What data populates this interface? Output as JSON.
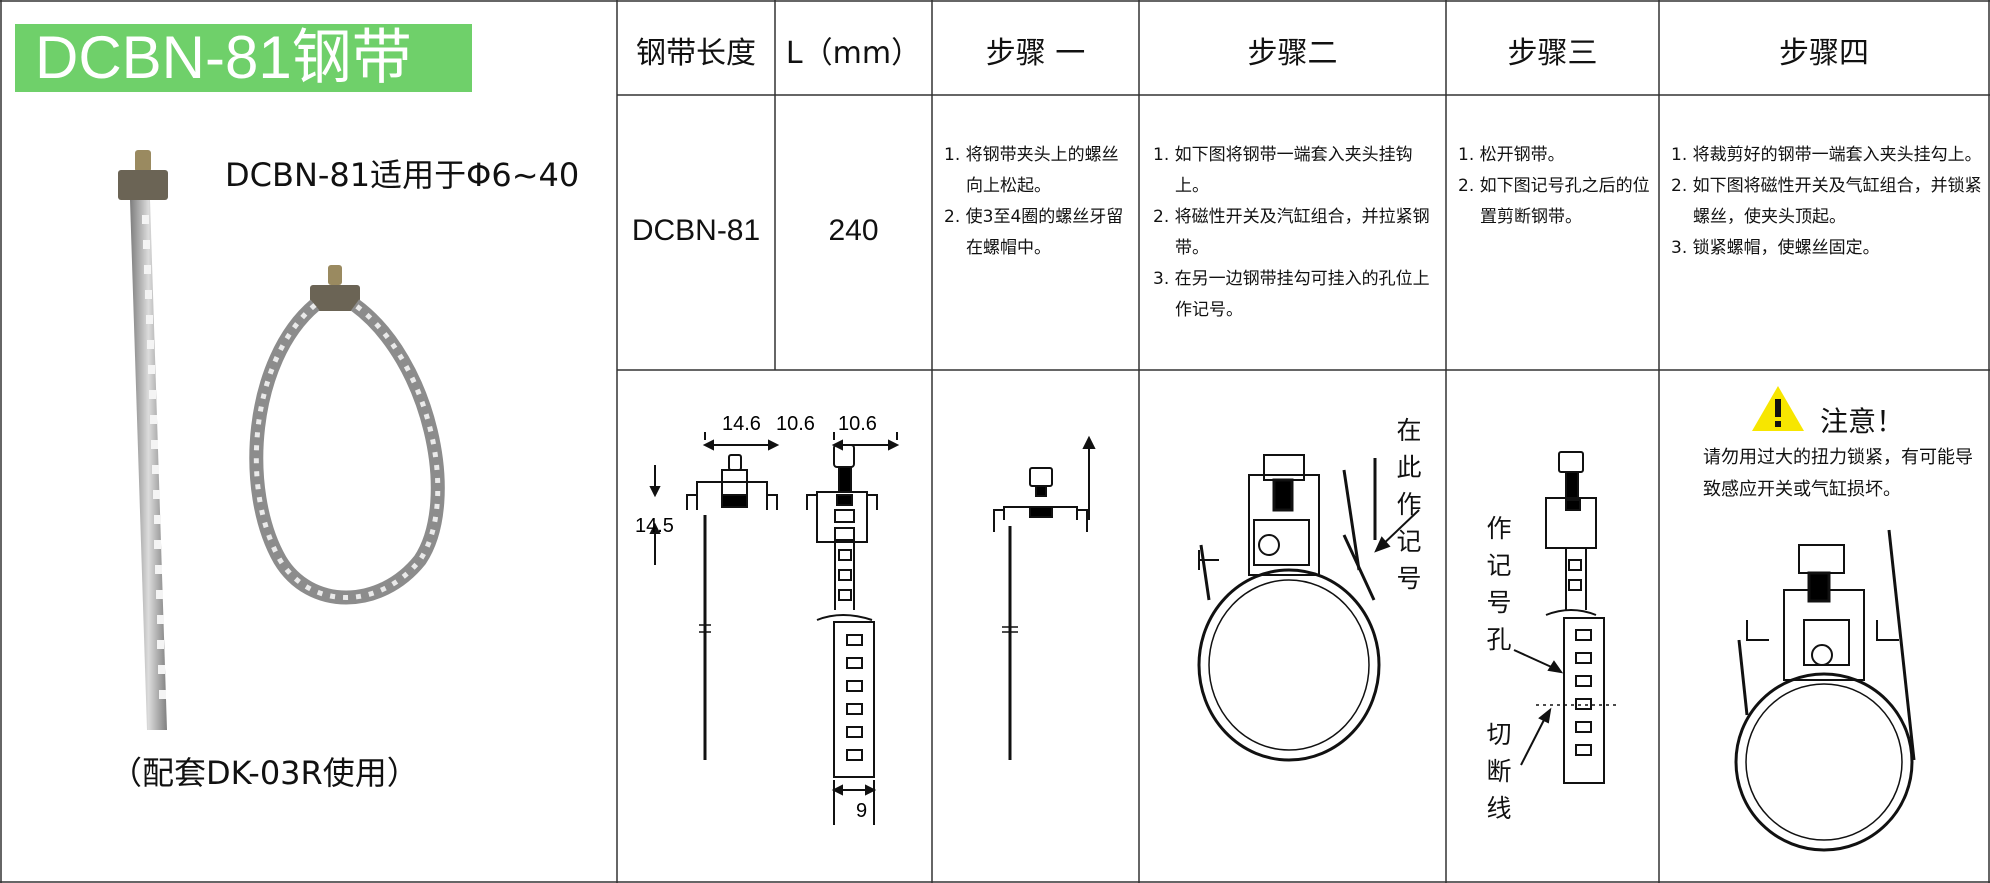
{
  "title": "DCBN-81钢带",
  "applies_text": "DCBN-81适用于Φ6~40",
  "paired_text": "（配套DK-03R使用）",
  "table": {
    "headers": {
      "length": "钢带长度",
      "l_mm": "L（mm）",
      "step1": "步骤 一",
      "step2": "步骤二",
      "step3": "步骤三",
      "step4": "步骤四"
    },
    "model": "DCBN-81",
    "length_value": "240",
    "step1_items": [
      "1. 将钢带夹头上的螺丝向上松起。",
      "2. 使3至4圈的螺丝牙留在螺帽中。"
    ],
    "step2_items": [
      "1. 如下图将钢带一端套入夹头挂钩上。",
      "2. 将磁性开关及汽缸组合，并拉紧钢带。",
      "3. 在另一边钢带挂勾可挂入的孔位上作记号。"
    ],
    "step3_items": [
      "1. 松开钢带。",
      "2. 如下图记号孔之后的位置剪断钢带。"
    ],
    "step4_items": [
      "1. 将裁剪好的钢带一端套入夹头挂勾上。",
      "2. 如下图将磁性开关及气缸组合，并锁紧螺丝，使夹头顶起。",
      "3. 锁紧螺帽，使螺丝固定。"
    ]
  },
  "dimensions": {
    "d1": "14.6",
    "d2": "10.6",
    "d3": "10.6",
    "d4": "14.5",
    "d5": "9"
  },
  "labels": {
    "mark_here": "在此作记号",
    "mark_hole": "作记号孔",
    "cut_line": "切断线"
  },
  "warning": {
    "title": "注意！",
    "text": "请勿用过大的扭力锁紧，有可能导致感应开关或气缸损坏。",
    "icon": "warning-triangle-icon",
    "icon_color": "#f7e600"
  },
  "colors": {
    "title_bg": "#6fd06a",
    "grid": "#333333"
  }
}
